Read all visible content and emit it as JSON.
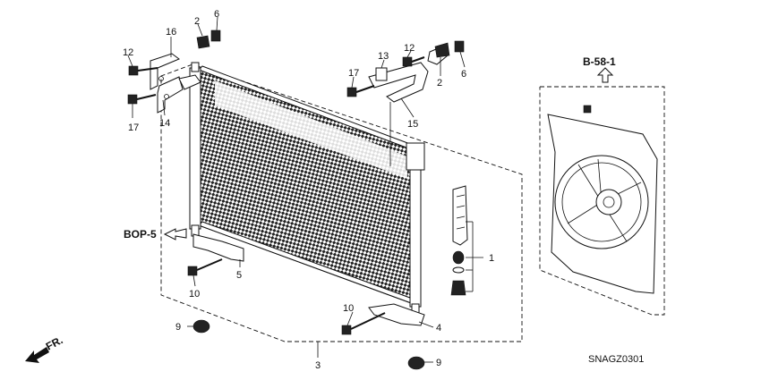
{
  "labels": {
    "n1": "1",
    "n2a": "2",
    "n2b": "2",
    "n3": "3",
    "n4": "4",
    "n5": "5",
    "n6a": "6",
    "n6b": "6",
    "n9a": "9",
    "n9b": "9",
    "n10a": "10",
    "n10b": "10",
    "n12a": "12",
    "n12b": "12",
    "n13": "13",
    "n14": "14",
    "n15": "15",
    "n16": "16",
    "n17a": "17",
    "n17b": "17"
  },
  "refs": {
    "b58": "B-58-1",
    "bop": "BOP-5"
  },
  "direction": "FR.",
  "diagram_code": "SNAGZ0301"
}
